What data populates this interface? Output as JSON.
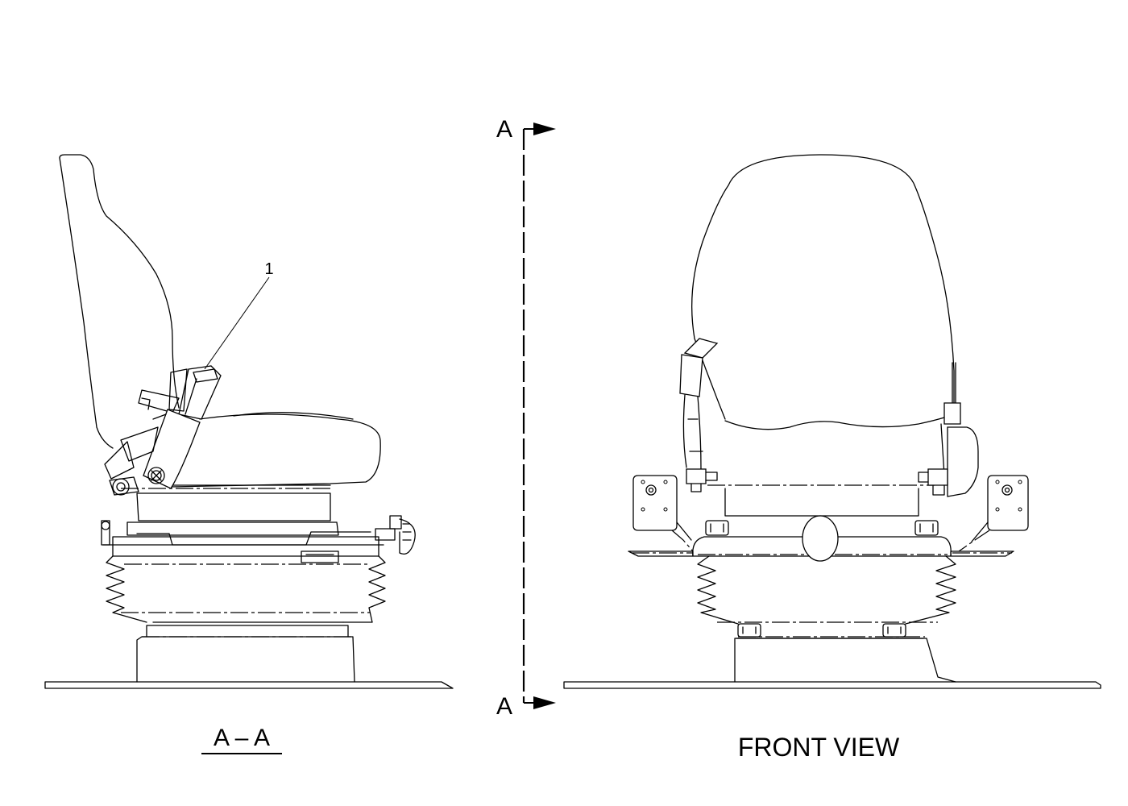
{
  "labels": {
    "callout_1": "1",
    "section_marker_top": "A",
    "section_marker_bottom": "A",
    "section_view_title": "A – A",
    "front_view_title": "FRONT  VIEW"
  },
  "colors": {
    "line": "#000000",
    "background": "#ffffff"
  }
}
